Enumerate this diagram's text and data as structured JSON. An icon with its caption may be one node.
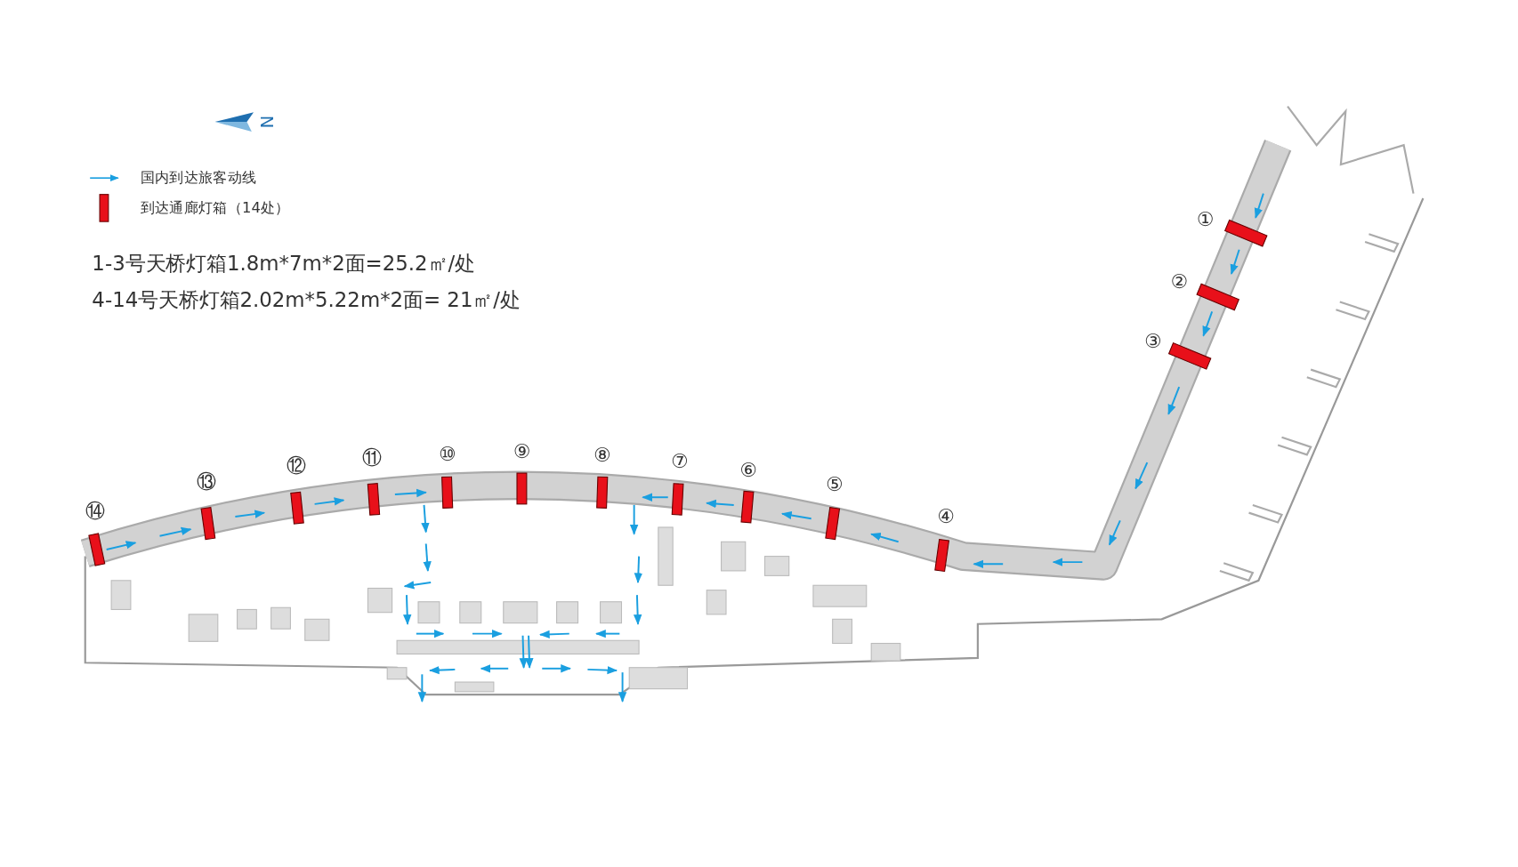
{
  "diagram": {
    "labels": [
      "N",
      "1-3号天桥灯箱1.8m*7m*2面=25.2㎡/处",
      "4-14号天桥灯箱2.02m*5.22m*2面= 21㎡/处",
      "①",
      "②",
      "③",
      "④",
      "⑤",
      "⑥",
      "⑦",
      "⑧",
      "⑨",
      "⑩",
      "⑪",
      "⑫",
      "⑬",
      "⑭"
    ],
    "legend": [
      {
        "text": "国内到达旅客动线"
      },
      {
        "text": "到达通廊灯箱（14处）",
        "color": "#e8101a"
      }
    ]
  }
}
